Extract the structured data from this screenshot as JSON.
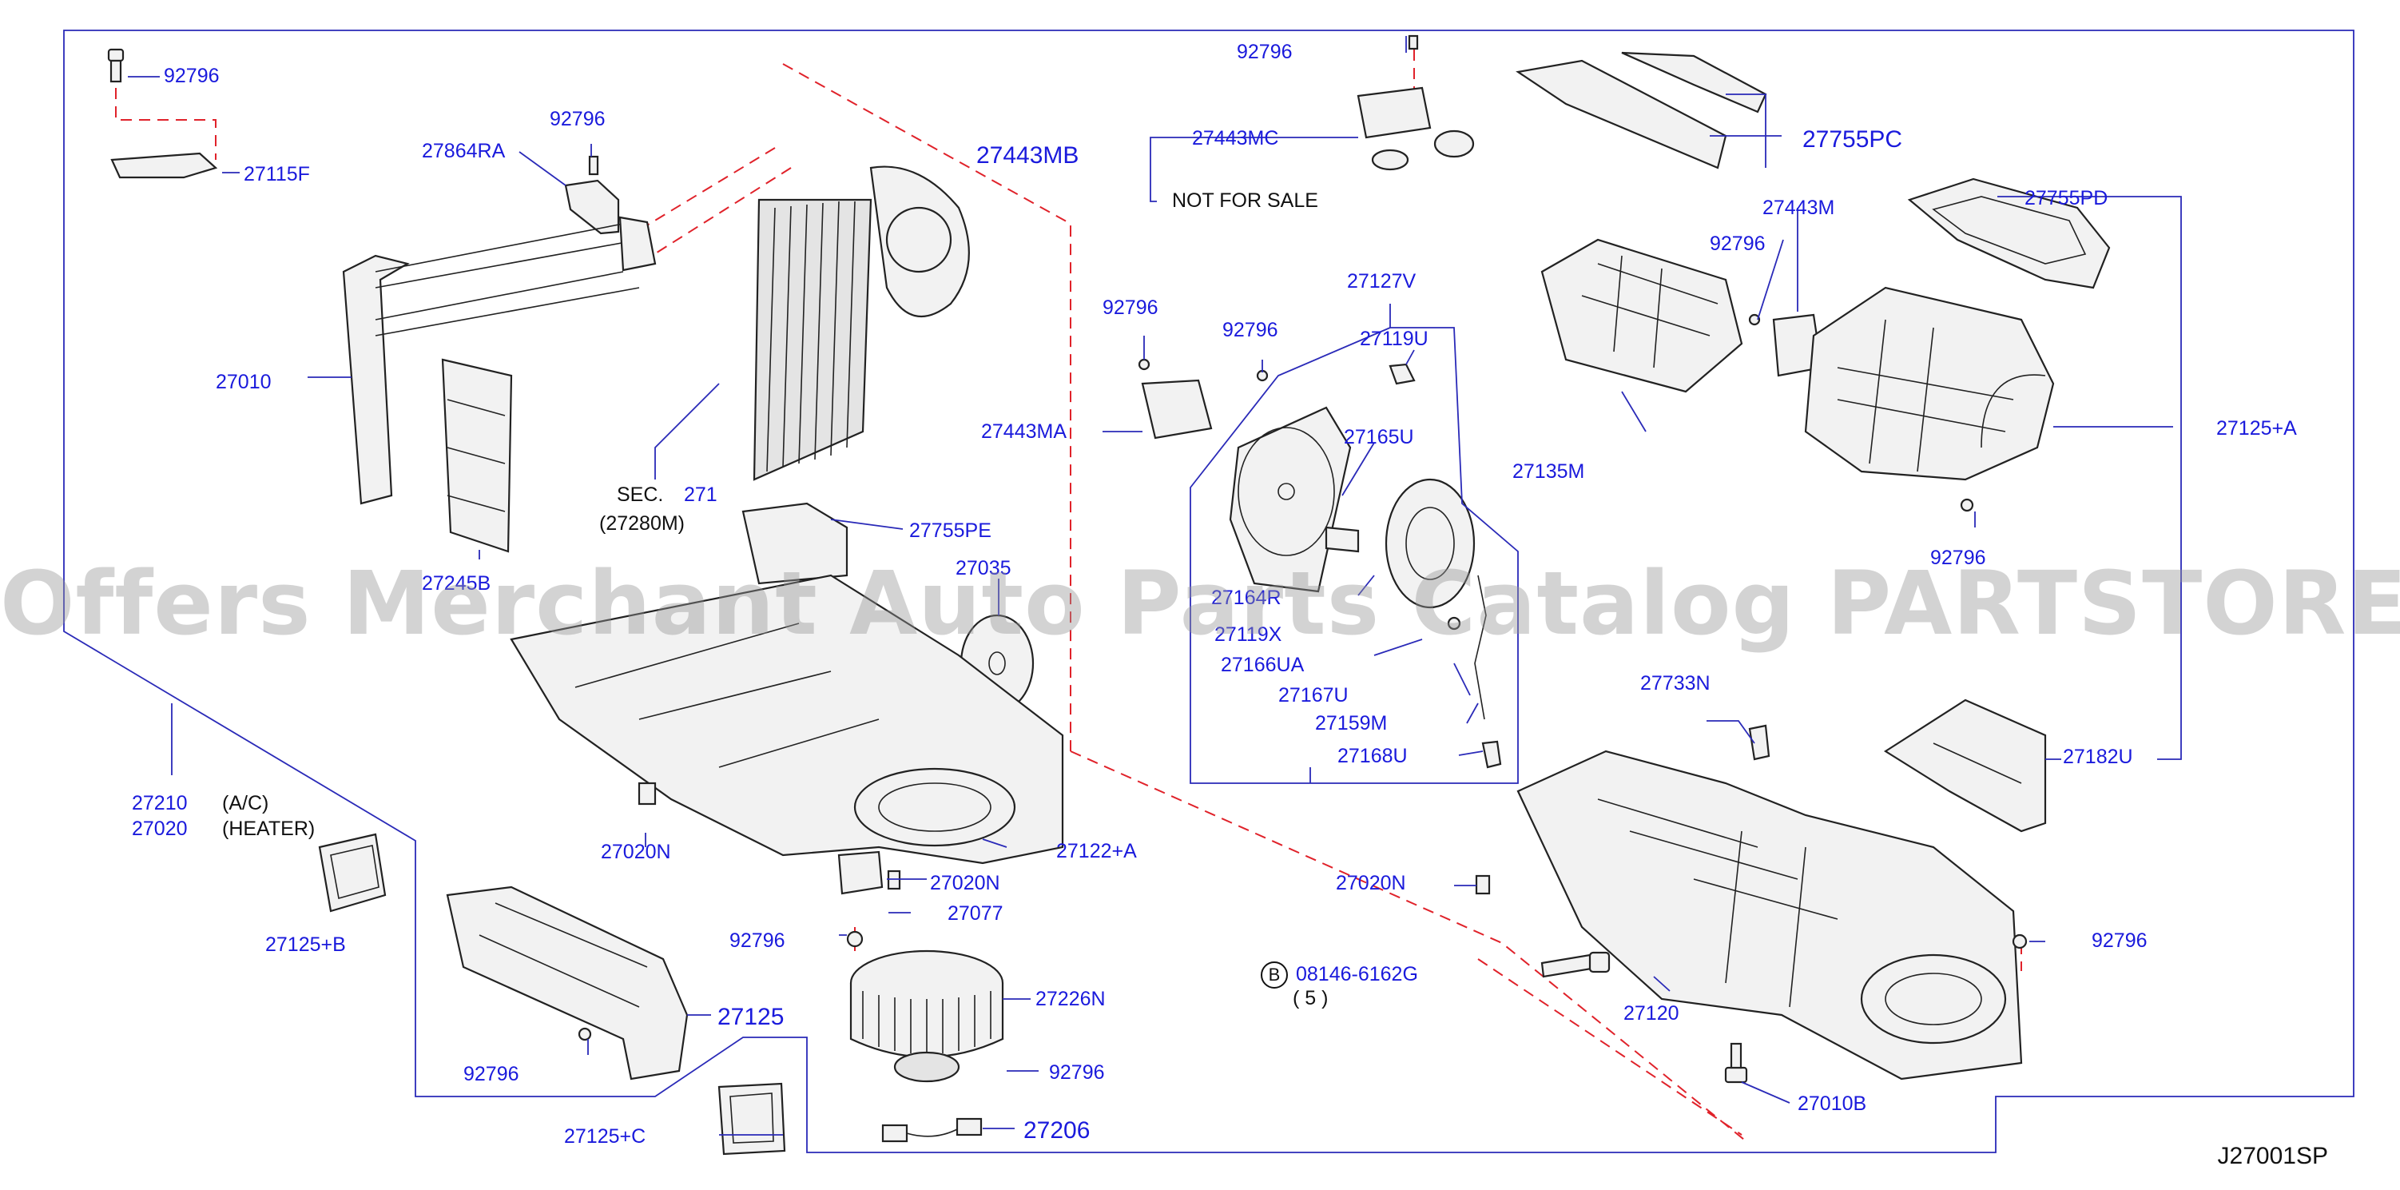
{
  "labels": {
    "p92796_a": "92796",
    "p27115F": "27115F",
    "p92796_b": "92796",
    "p27864RA": "27864RA",
    "p27010": "27010",
    "p27245B": "27245B",
    "sec": "SEC.",
    "sec_num": "271",
    "sec_part": "(27280M)",
    "p27443MB": "27443MB",
    "p27755PE": "27755PE",
    "p27035": "27035",
    "p27210": "27210",
    "ac": "(A/C)",
    "p27020": "27020",
    "heater": "(HEATER)",
    "p27125B": "27125+B",
    "p27020N_a": "27020N",
    "p27122A": "27122+A",
    "p27020N_b": "27020N",
    "p27077": "27077",
    "p92796_c": "92796",
    "p27226N": "27226N",
    "p27125": "27125",
    "p92796_d": "92796",
    "p92796_e": "92796",
    "p27125C": "27125+C",
    "p27206": "27206",
    "p92796_f": "92796",
    "p27443MC": "27443MC",
    "nfs": "NOT  FOR  SALE",
    "p92796_g": "92796",
    "p92796_h": "92796",
    "p27443MA": "27443MA",
    "p27127V": "27127V",
    "p27119U": "27119U",
    "p27165U": "27165U",
    "p27164R": "27164R",
    "p27119X": "27119X",
    "p27166UA": "27166UA",
    "p27167U": "27167U",
    "p27159M": "27159M",
    "p27168U": "27168U",
    "p27755PC": "27755PC",
    "p27443M": "27443M",
    "p92796_i": "92796",
    "p27755PD": "27755PD",
    "p27135M": "27135M",
    "p27125A": "27125+A",
    "p92796_j": "92796",
    "p27733N": "27733N",
    "p27182U": "27182U",
    "p27020N_c": "27020N",
    "bolt_letter": "B",
    "bolt_code": "08146-6162G",
    "bolt_qty": "(  5  )",
    "p92796_k": "92796",
    "p27120": "27120",
    "p27010B": "27010B"
  },
  "watermark": "Offers Merchant Auto Parts Catalog PARTSTORE.SA",
  "diagram_code": "J27001SP",
  "colors": {
    "label": "#1a1adc",
    "leader": "#2a2ab8",
    "section_dash": "#e0222a",
    "watermark": "#969696"
  }
}
